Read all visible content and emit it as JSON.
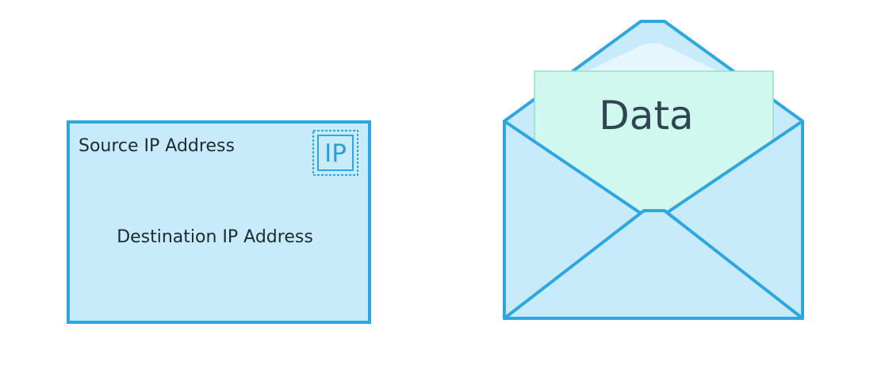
{
  "diagram": {
    "envelope_front": {
      "source_label": "Source IP Address",
      "destination_label": "Destination IP Address",
      "stamp_label": "IP"
    },
    "envelope_open": {
      "letter_label": "Data"
    }
  },
  "colors": {
    "outline": "#2ea6df",
    "envelope_fill": "#c7ebfb",
    "letter_fill": "#d0f8ef",
    "letter_outline": "#8ee3c8",
    "text": "#1f2a30",
    "data_text": "#2f4652"
  }
}
